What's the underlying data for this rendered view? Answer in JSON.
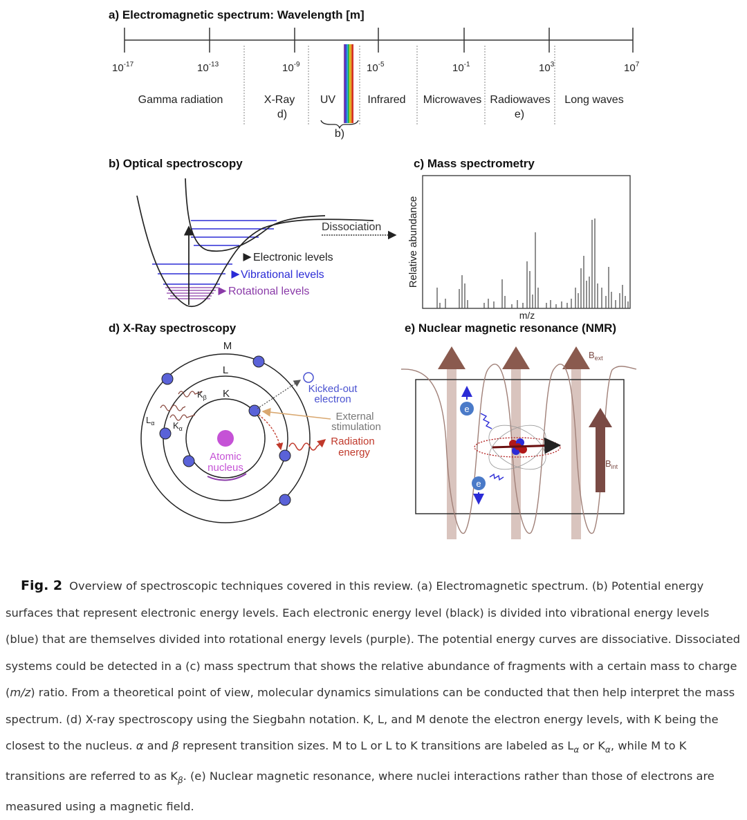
{
  "panel_a": {
    "title": "a) Electromagnetic spectrum: Wavelength [m]",
    "ticks": [
      {
        "base": "10",
        "exp": "-17"
      },
      {
        "base": "10",
        "exp": "-13"
      },
      {
        "base": "10",
        "exp": "-9"
      },
      {
        "base": "10",
        "exp": "-5"
      },
      {
        "base": "10",
        "exp": "-1"
      },
      {
        "base": "10",
        "exp": "3"
      },
      {
        "base": "10",
        "exp": "7"
      }
    ],
    "regions": [
      "Gamma radiation",
      "X-Ray",
      "UV",
      "Infrared",
      "Microwaves",
      "Radiowaves",
      "Long waves"
    ],
    "sublabel_d": "d)",
    "sublabel_b": "b)",
    "sublabel_e": "e)"
  },
  "panel_b": {
    "title": "b) Optical spectroscopy",
    "dissociation": "Dissociation",
    "electronic": "Electronic levels",
    "vibrational": "Vibrational levels",
    "rotational": "Rotational levels",
    "colors": {
      "black": "#222222",
      "blue": "#2b2bd6",
      "purple": "#8a3aa8"
    }
  },
  "panel_c": {
    "title": "c) Mass spectrometry",
    "ylabel": "Relative abundance",
    "xlabel": "m/z"
  },
  "panel_d": {
    "title": "d) X-Ray spectroscopy",
    "shell_m": "M",
    "shell_l": "L",
    "shell_k": "K",
    "k_beta": {
      "base": "K",
      "sub": "β"
    },
    "k_alpha": {
      "base": "K",
      "sub": "α"
    },
    "l_alpha": {
      "base": "L",
      "sub": "α"
    },
    "nucleus_line1": "Atomic",
    "nucleus_line2": "nucleus",
    "kicked_line1": "Kicked-out",
    "kicked_line2": "electron",
    "external_line1": "External",
    "external_line2": "stimulation",
    "radiation_line1": "Radiation",
    "radiation_line2": "energy",
    "colors": {
      "electron": "#5a62d8",
      "nucleus": "#c552d6",
      "external": "#d9a870",
      "radiation": "#c0392b"
    }
  },
  "panel_e": {
    "title": "e) Nuclear magnetic resonance (NMR)",
    "bext": {
      "base": "B",
      "sub": "ext"
    },
    "bint": {
      "base": "B",
      "sub": "int"
    },
    "electron": "e",
    "colors": {
      "arrow": "#7a4a44",
      "nucleus": "#b01818"
    }
  },
  "caption": {
    "label": "Fig. 2",
    "t1": "Overview of spectroscopic techniques covered in this review. (a) Electromagnetic spectrum. (b) Potential energy surfaces that represent electronic energy levels. Each electronic energy level (black) is divided into vibrational energy levels (blue) that are themselves divided into rotational energy levels (purple). The potential energy curves are dissociative. Dissociated systems could be detected in a (c) mass spectrum that shows the relative abundance of fragments with a certain mass to charge (",
    "mz": "m/z",
    "t2": ") ratio. From a theoretical point of view, molecular dynamics simulations can be conducted that then help interpret the mass spectrum. (d) X-ray spectroscopy using the Siegbahn notation. K, L, and M denote the electron energy levels, with K being the closest to the nucleus. ",
    "alpha": "α",
    "t3": " and ",
    "beta": "β",
    "t4": " represent transition sizes. M to L or L to K transitions are labeled as L",
    "sub_a1": "α",
    "t5": " or K",
    "sub_a2": "α",
    "t6": ", while M to K transitions are referred to as K",
    "sub_b": "β",
    "t7": ". (e) Nuclear magnetic resonance, where nuclei interactions rather than those of electrons are measured using a magnetic field."
  }
}
